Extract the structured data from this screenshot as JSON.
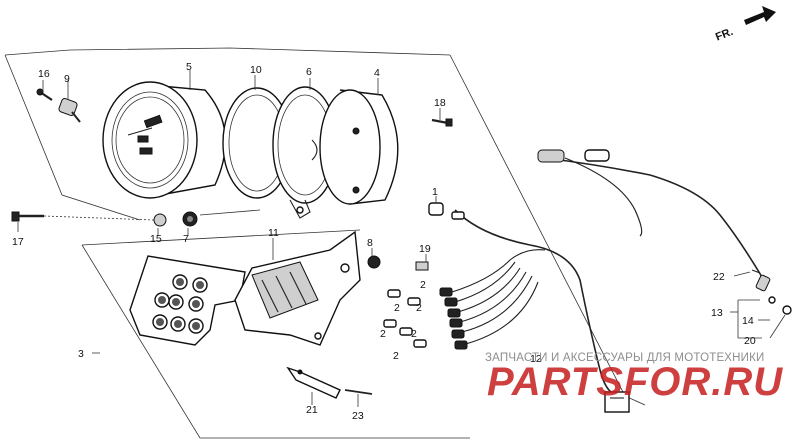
{
  "direction_label": "FR.",
  "part_labels": [
    {
      "id": "p16",
      "text": "16"
    },
    {
      "id": "p9",
      "text": "9"
    },
    {
      "id": "p5",
      "text": "5"
    },
    {
      "id": "p10",
      "text": "10"
    },
    {
      "id": "p6",
      "text": "6"
    },
    {
      "id": "p4",
      "text": "4"
    },
    {
      "id": "p18",
      "text": "18"
    },
    {
      "id": "p17",
      "text": "17"
    },
    {
      "id": "p15",
      "text": "15"
    },
    {
      "id": "p7",
      "text": "7"
    },
    {
      "id": "p1",
      "text": "1"
    },
    {
      "id": "p11",
      "text": "11"
    },
    {
      "id": "p8",
      "text": "8"
    },
    {
      "id": "p19",
      "text": "19"
    },
    {
      "id": "p2a",
      "text": "2"
    },
    {
      "id": "p2b",
      "text": "2"
    },
    {
      "id": "p2c",
      "text": "2"
    },
    {
      "id": "p2d",
      "text": "2"
    },
    {
      "id": "p2e",
      "text": "2"
    },
    {
      "id": "p2f",
      "text": "2"
    },
    {
      "id": "p3",
      "text": "3"
    },
    {
      "id": "p12",
      "text": "12"
    },
    {
      "id": "p21",
      "text": "21"
    },
    {
      "id": "p23",
      "text": "23"
    },
    {
      "id": "p22",
      "text": "22"
    },
    {
      "id": "p13",
      "text": "13"
    },
    {
      "id": "p14",
      "text": "14"
    },
    {
      "id": "p20",
      "text": "20"
    }
  ],
  "watermark": {
    "tagline": "ЗАПЧАСТИ И АКСЕССУАРЫ ДЛЯ МОТОТЕХНИКИ",
    "brand": "PARTSFOR.RU"
  },
  "icons": [
    "forward-arrow-icon"
  ]
}
